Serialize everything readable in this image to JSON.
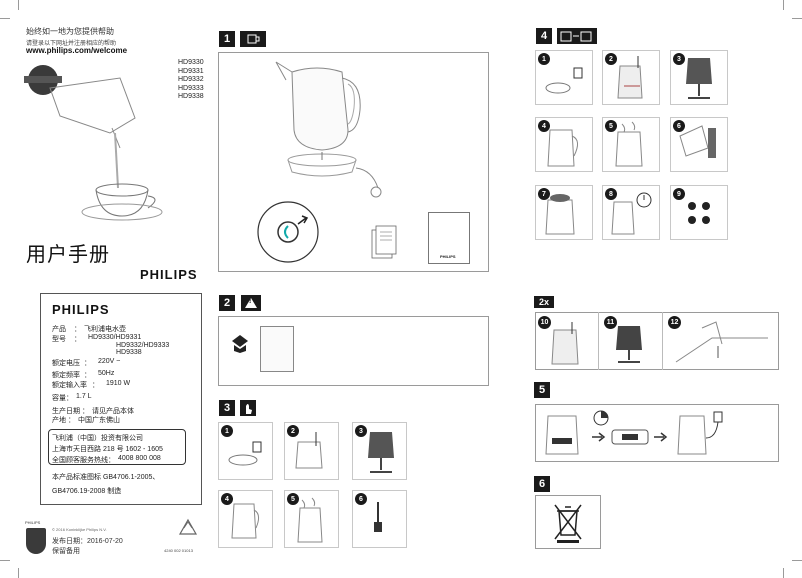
{
  "header": {
    "line1": "始终如一地为您提供帮助",
    "line2": "请登录以下网址并注册相应的帮助",
    "url": "www.philips.com/welcome"
  },
  "models": [
    "HD9330",
    "HD9331",
    "HD9332",
    "HD9333",
    "HD9338"
  ],
  "seal": {
    "text": ""
  },
  "title": "用户手册",
  "brand": "PHILIPS",
  "spec_card": {
    "brand": "PHILIPS",
    "rows": [
      {
        "label": "产品",
        "sep": "：",
        "value": "飞利浦电水壶"
      },
      {
        "label": "型号",
        "sep": "：",
        "value": "HD9330/HD9331"
      }
    ],
    "model_extra1": "HD9332/HD9333",
    "model_extra2": "HD9338",
    "voltage_label": "额定电压",
    "voltage_sep": "：",
    "voltage": "220V ~",
    "freq_label": "额定频率",
    "freq_sep": "：",
    "freq": "50Hz",
    "power_label": "额定输入率",
    "power_sep": "：",
    "power": "1910 W",
    "capacity_label": "容量",
    "capacity_sep": "：",
    "capacity": "1.7 L",
    "date_label": "生产日期",
    "date_sep": "：",
    "date": "请见产品本体",
    "origin_label": "产地",
    "origin_sep": "：",
    "origin": "中国广东佛山",
    "company": "飞利浦（中国）投资有限公司",
    "address": "上海市天目西路 218 号 1602 - 1605",
    "hotline_label": "全国顾客服务热线",
    "hotline_sep": "：",
    "hotline": "4008 800 008",
    "standard1": "本产品标准图标 GB4706.1-2005、",
    "standard2": "GB4706.19-2008 制造"
  },
  "footer": {
    "shield_text": "PHILIPS",
    "copyright": "© 2016 Koninklijke Philips N.V.",
    "release": "发布日期：2016-07-20",
    "keep": "保留备用",
    "code": "4240 002 01013"
  },
  "sections": {
    "s1": {
      "num": "1",
      "icon": "kettle-fill-icon"
    },
    "s2": {
      "num": "2",
      "icon": "warning-icon",
      "symbol": "!"
    },
    "s3": {
      "num": "3",
      "icon": "hand-touch-icon",
      "steps": [
        "1",
        "2",
        "3",
        "4",
        "5",
        "6"
      ]
    },
    "s4": {
      "num": "4",
      "icon": "kettles-icon",
      "steps": [
        "1",
        "2",
        "3",
        "4",
        "5",
        "6",
        "7",
        "8",
        "9"
      ]
    },
    "s2x": {
      "num": "2x",
      "steps": [
        "10",
        "11",
        "12"
      ]
    },
    "s5": {
      "num": "5"
    },
    "s6": {
      "num": "6"
    }
  },
  "booklet_brand": "PHILIPS"
}
